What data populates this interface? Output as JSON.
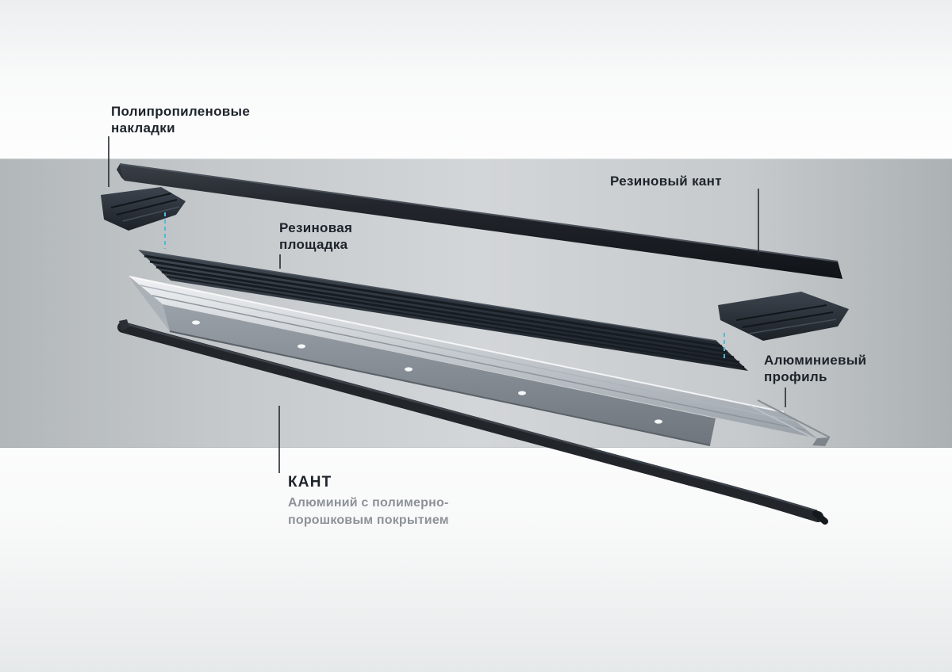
{
  "diagram": {
    "subject": "exploded-view-of-vehicle-running-board",
    "labels": {
      "pads": {
        "line1": "Полипропиленовые",
        "line2": "накладки"
      },
      "rubber_edge": "Резиновый кант",
      "rubber_platform": {
        "line1": "Резиновая",
        "line2": "площадка"
      },
      "aluminum_profile": {
        "line1": "Алюминиевый",
        "line2": "профиль"
      },
      "kant": {
        "title": "КАНТ",
        "sub_line1": "Алюминий с полимерно-",
        "sub_line2": "порошковым покрытием"
      }
    },
    "colors": {
      "label_text": "#1d232b",
      "subtitle_text": "#8d9298",
      "accent_dashed_line": "#52b9d8",
      "leader_line": "#262b31",
      "dark_rubber_part": "#23282e",
      "aluminum_metal": "#c9ced3",
      "background_band": "#c3c7ca"
    }
  }
}
